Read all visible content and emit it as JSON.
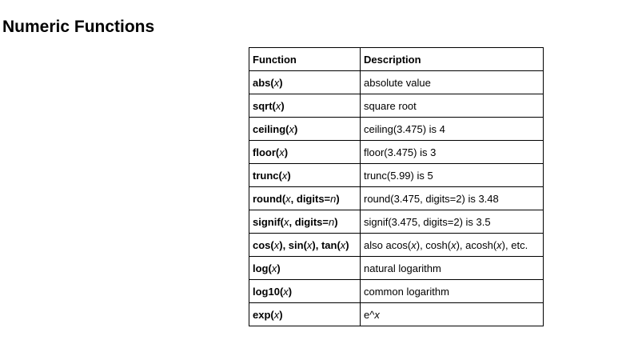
{
  "page": {
    "title": "Numeric Functions"
  },
  "table": {
    "headers": {
      "function": "Function",
      "description": "Description"
    },
    "rows": [
      {
        "function": [
          {
            "t": "abs(",
            "b": true
          },
          {
            "t": "x",
            "i": true
          },
          {
            "t": ")",
            "b": true
          }
        ],
        "description": [
          {
            "t": "absolute value"
          }
        ]
      },
      {
        "function": [
          {
            "t": "sqrt(",
            "b": true
          },
          {
            "t": "x",
            "i": true
          },
          {
            "t": ")",
            "b": true
          }
        ],
        "description": [
          {
            "t": "square root"
          }
        ]
      },
      {
        "function": [
          {
            "t": "ceiling(",
            "b": true
          },
          {
            "t": "x",
            "i": true
          },
          {
            "t": ")",
            "b": true
          }
        ],
        "description": [
          {
            "t": "ceiling(3.475) is 4"
          }
        ]
      },
      {
        "function": [
          {
            "t": "floor(",
            "b": true
          },
          {
            "t": "x",
            "i": true
          },
          {
            "t": ")",
            "b": true
          }
        ],
        "description": [
          {
            "t": "floor(3.475) is 3"
          }
        ]
      },
      {
        "function": [
          {
            "t": "trunc(",
            "b": true
          },
          {
            "t": "x",
            "i": true
          },
          {
            "t": ")",
            "b": true
          }
        ],
        "description": [
          {
            "t": "trunc(5.99) is 5"
          }
        ]
      },
      {
        "function": [
          {
            "t": "round(",
            "b": true
          },
          {
            "t": "x",
            "i": true
          },
          {
            "t": ", digits=",
            "b": true
          },
          {
            "t": "n",
            "i": true
          },
          {
            "t": ")",
            "b": true
          }
        ],
        "description": [
          {
            "t": "round(3.475, digits=2) is 3.48"
          }
        ]
      },
      {
        "function": [
          {
            "t": "signif(",
            "b": true
          },
          {
            "t": "x",
            "i": true
          },
          {
            "t": ", digits=",
            "b": true
          },
          {
            "t": "n",
            "i": true
          },
          {
            "t": ")",
            "b": true
          }
        ],
        "description": [
          {
            "t": "signif(3.475, digits=2) is 3.5"
          }
        ]
      },
      {
        "function": [
          {
            "t": "cos(",
            "b": true
          },
          {
            "t": "x",
            "i": true
          },
          {
            "t": "), sin(",
            "b": true
          },
          {
            "t": "x",
            "i": true
          },
          {
            "t": "), tan(",
            "b": true
          },
          {
            "t": "x",
            "i": true
          },
          {
            "t": ")",
            "b": true
          }
        ],
        "description": [
          {
            "t": "also acos("
          },
          {
            "t": "x",
            "i": true
          },
          {
            "t": "), cosh("
          },
          {
            "t": "x",
            "i": true
          },
          {
            "t": "), acosh("
          },
          {
            "t": "x",
            "i": true
          },
          {
            "t": "), etc."
          }
        ]
      },
      {
        "function": [
          {
            "t": "log(",
            "b": true
          },
          {
            "t": "x",
            "i": true
          },
          {
            "t": ")",
            "b": true
          }
        ],
        "description": [
          {
            "t": "natural logarithm"
          }
        ]
      },
      {
        "function": [
          {
            "t": "log10(",
            "b": true
          },
          {
            "t": "x",
            "i": true
          },
          {
            "t": ")",
            "b": true
          }
        ],
        "description": [
          {
            "t": "common logarithm"
          }
        ]
      },
      {
        "function": [
          {
            "t": "exp(",
            "b": true
          },
          {
            "t": "x",
            "i": true
          },
          {
            "t": ")",
            "b": true
          }
        ],
        "description": [
          {
            "t": "e^"
          },
          {
            "t": "x",
            "i": true
          }
        ]
      }
    ]
  }
}
